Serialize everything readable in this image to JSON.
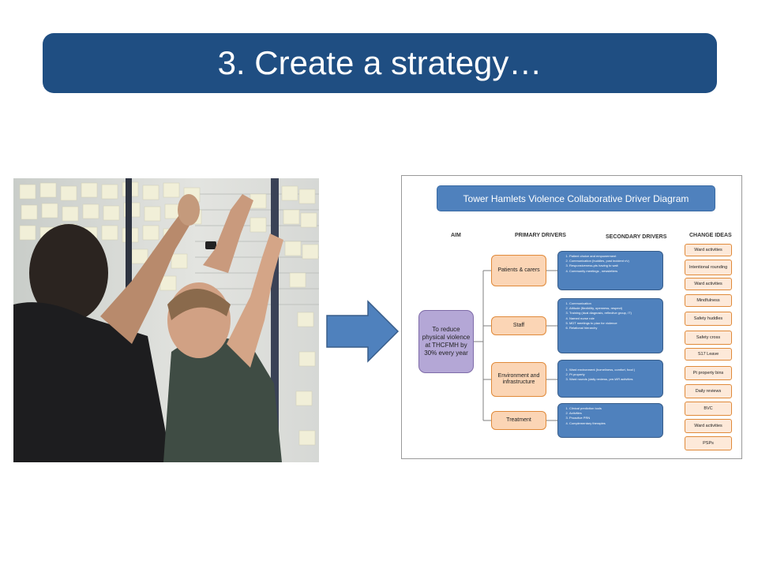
{
  "slide": {
    "title": "3.  Create a strategy…"
  },
  "diagram": {
    "title": "Tower Hamlets Violence Collaborative Driver Diagram",
    "columns": {
      "aim": "AIM",
      "primary": "PRIMARY DRIVERS",
      "secondary": "SECONDARY DRIVERS",
      "change": "CHANGE IDEAS"
    },
    "aim": "To reduce physical violence at THCFMH by 30% every year",
    "primary_drivers": [
      {
        "label": "Patients & carers"
      },
      {
        "label": "Staff"
      },
      {
        "label": "Environment and infrastructure"
      },
      {
        "label": "Treatment"
      }
    ],
    "secondary_drivers": [
      {
        "items": [
          "Patient choice and empowerment",
          "Communication (huddles, post incident r/v)",
          "Responsiveness-pts having to wait",
          "Community meetings , newsletters"
        ]
      },
      {
        "items": [
          "Communication",
          "Attitude (flexibility, openness, respect)",
          "Training (dual diagnosis, reflective group, IT)",
          "Named nurse role",
          "MDT meetings to plan for violence",
          "Relational hierarchy"
        ]
      },
      {
        "items": [
          "Ward environment (homeliness, comfort, food )",
          "Pt property",
          "Ward rounds (daily reviews, pre-WR activities"
        ]
      },
      {
        "items": [
          "Clinical prediction tools",
          "Activities",
          "Proactive PRN",
          "Complementary therapies"
        ]
      }
    ],
    "change_ideas": [
      "Ward activities",
      "Intentional rounding",
      "Ward activities",
      "Mindfulness",
      "Safety huddles",
      "Safety cross",
      "S17 Leave",
      "Pt property bins",
      "Daily reviews",
      "BVC",
      "Ward activities",
      "PSPs"
    ],
    "colors": {
      "title_fill": "#4f81bd",
      "aim_fill": "#b4a7d6",
      "primary_fill": "#fbd5b5",
      "secondary_fill": "#4f81bd",
      "change_fill": "#fde9d9",
      "accent_orange": "#e08a3a"
    }
  },
  "arrow": {
    "icon": "right-arrow-icon",
    "color": "#4f81bd"
  },
  "photo": {
    "icon": "team-sticky-notes-photo"
  }
}
